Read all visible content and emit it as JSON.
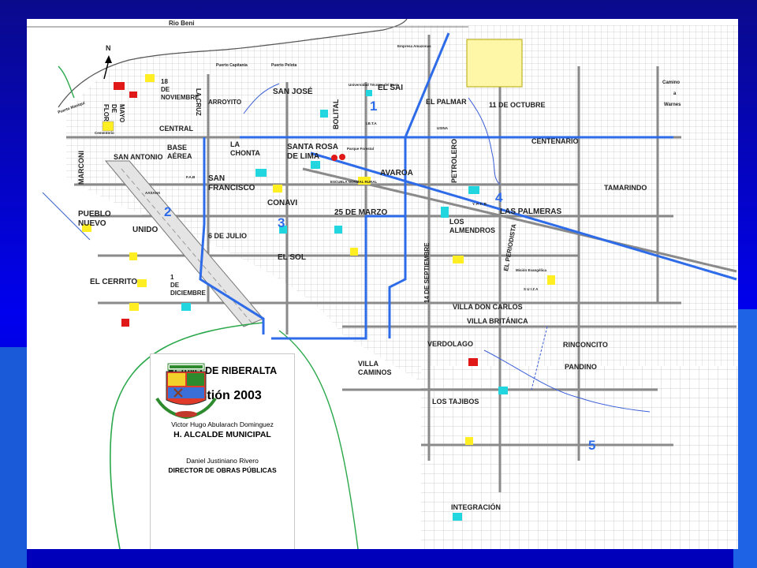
{
  "map": {
    "river": "Rio Beni",
    "north": "N",
    "ports": [
      "Puerto Maniquí",
      "Puerto Capitanía",
      "Puerto Pelota"
    ],
    "camino_lines": [
      "Camino",
      "a",
      "Warnes"
    ],
    "neighborhoods": [
      {
        "id": "n18",
        "lines": [
          "18",
          "DE",
          "NOVIEMBRE"
        ]
      },
      {
        "id": "flor",
        "lines": [
          "FLOR",
          "DE",
          "MAYO"
        ]
      },
      {
        "id": "cruz",
        "lines": [
          "LA CRUZ"
        ]
      },
      {
        "id": "arroyito",
        "lines": [
          "ARROYITO"
        ]
      },
      {
        "id": "sanjose",
        "lines": [
          "SAN JOSÉ"
        ]
      },
      {
        "id": "bolital",
        "lines": [
          "BOLITAL"
        ]
      },
      {
        "id": "elsai",
        "lines": [
          "EL SAI"
        ]
      },
      {
        "id": "elpalmar",
        "lines": [
          "EL PALMAR"
        ]
      },
      {
        "id": "once",
        "lines": [
          "11 DE OCTUBRE"
        ]
      },
      {
        "id": "central",
        "lines": [
          "CENTRAL"
        ]
      },
      {
        "id": "marconi",
        "lines": [
          "MARCONI"
        ]
      },
      {
        "id": "sanantonio",
        "lines": [
          "SAN ANTONIO"
        ]
      },
      {
        "id": "base",
        "lines": [
          "BASE",
          "AÉREA"
        ]
      },
      {
        "id": "chonta",
        "lines": [
          "LA",
          "CHONTA"
        ]
      },
      {
        "id": "santarosa",
        "lines": [
          "SANTA ROSA",
          "DE LIMA"
        ]
      },
      {
        "id": "avaroa",
        "lines": [
          "AVAROA"
        ]
      },
      {
        "id": "petrolero",
        "lines": [
          "PETROLERO"
        ]
      },
      {
        "id": "centenario",
        "lines": [
          "CENTENARIO"
        ]
      },
      {
        "id": "tamarindo",
        "lines": [
          "TAMARINDO"
        ]
      },
      {
        "id": "sanfrancisco",
        "lines": [
          "SAN",
          "FRANCISCO"
        ]
      },
      {
        "id": "conavi",
        "lines": [
          "CONAVI"
        ]
      },
      {
        "id": "marzo",
        "lines": [
          "25 DE MARZO"
        ]
      },
      {
        "id": "lasalmendros",
        "lines": [
          "LOS",
          "ALMENDROS"
        ]
      },
      {
        "id": "laspalmeras",
        "lines": [
          "LAS PALMERAS"
        ]
      },
      {
        "id": "pueblo",
        "lines": [
          "PUEBLO",
          "NUEVO"
        ]
      },
      {
        "id": "unido",
        "lines": [
          "UNIDO"
        ]
      },
      {
        "id": "julio",
        "lines": [
          "6 DE JULIO"
        ]
      },
      {
        "id": "elsol",
        "lines": [
          "EL SOL"
        ]
      },
      {
        "id": "septiembre",
        "lines": [
          "14 DE SEPTIEMBRE"
        ]
      },
      {
        "id": "periodista",
        "lines": [
          "EL PERIODISTA"
        ]
      },
      {
        "id": "diciembre",
        "lines": [
          "1",
          "DE",
          "DICIEMBRE"
        ]
      },
      {
        "id": "cerrito",
        "lines": [
          "EL CERRITO"
        ]
      },
      {
        "id": "doncarlos",
        "lines": [
          "VILLA DON CARLOS"
        ]
      },
      {
        "id": "britanica",
        "lines": [
          "VILLA BRITÁNICA"
        ]
      },
      {
        "id": "verdolago",
        "lines": [
          "VERDOLAGO"
        ]
      },
      {
        "id": "rinconcito",
        "lines": [
          "RINCONCITO"
        ]
      },
      {
        "id": "pandino",
        "lines": [
          "PANDINO"
        ]
      },
      {
        "id": "villacaminos",
        "lines": [
          "VILLA",
          "CAMINOS"
        ]
      },
      {
        "id": "tajibos",
        "lines": [
          "LOS TAJIBOS"
        ]
      },
      {
        "id": "integracion",
        "lines": [
          "INTEGRACIÓN"
        ]
      }
    ],
    "minor_labels": {
      "ibta": "I.B.T.A",
      "ypfb": "Y. P. F. B.",
      "suiza": "S U I Z A",
      "mision_suiza": "Misión Evangélica",
      "parque": "Parque Forestal",
      "aasana": "AASANA",
      "fab": "F.A.B",
      "cementerio": "Cementerio",
      "usina": "USINA",
      "universidad": "Universidad Técnica del Beni",
      "escuela": "ESCUELA NORMAL RURAL",
      "empresa": "Empresa Amazonas"
    },
    "districts": [
      "1",
      "2",
      "3",
      "4",
      "5"
    ],
    "colors": {
      "district_boundary": "#2d6be8",
      "street_main": "#8a8a8a",
      "street_minor": "#cfcfcf",
      "river": "#3a5fd8",
      "green_line": "#2aa84a",
      "market_yellow": "#ffee22",
      "school_cyan": "#22d6e0",
      "red_marker": "#e01818"
    }
  },
  "panel": {
    "title": "PLANO DE RIBERALTA",
    "year": "Gestión  2003",
    "mayor_name": "Victor Hugo Abularach Dominguez",
    "mayor_title": "H. ALCALDE MUNICIPAL",
    "director_name": "Daniel Justiniano Rivero",
    "director_title": "DIRECTOR DE OBRAS PÚBLICAS"
  }
}
